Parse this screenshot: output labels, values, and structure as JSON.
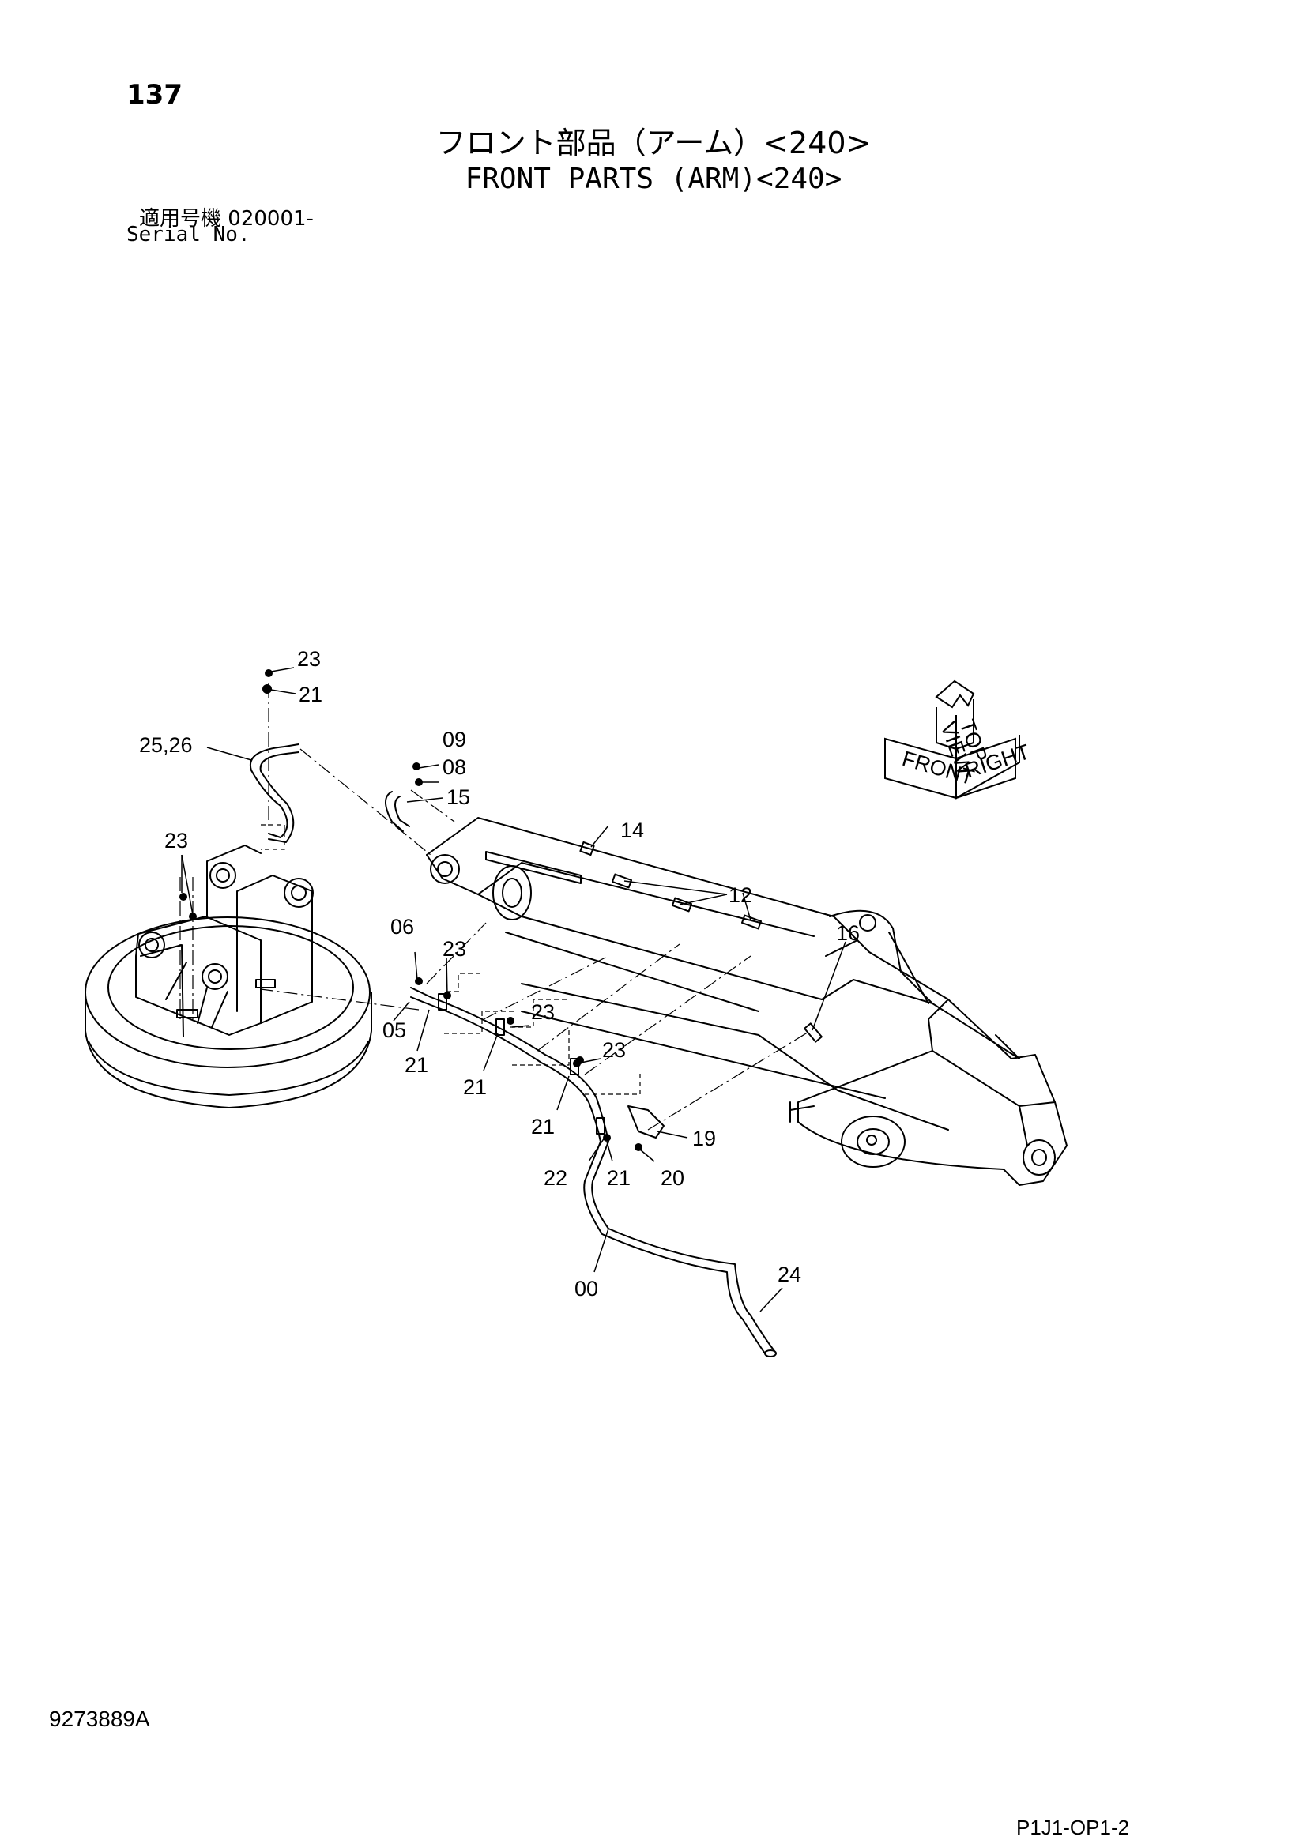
{
  "page_number": "137",
  "title_jp": "フロント部品（アーム）<240>",
  "title_en": "FRONT PARTS (ARM)<240>",
  "serial": {
    "label_jp": "適用号機",
    "value": "020001-",
    "label_en": "Serial No."
  },
  "callouts": {
    "c23_top": "23",
    "c21_top": "21",
    "c25_26": "25,26",
    "c09": "09",
    "c08": "08",
    "c15": "15",
    "c23_left": "23",
    "c14": "14",
    "c12": "12",
    "c06": "06",
    "c23_mid": "23",
    "c16": "16",
    "c05": "05",
    "c23_b": "23",
    "c21_a": "21",
    "c23_c": "23",
    "c21_b": "21",
    "c21_c": "21",
    "c19": "19",
    "c22": "22",
    "c21_d": "21",
    "c20": "20",
    "c24": "24",
    "c00": "00"
  },
  "direction_badge": {
    "front": "FRONT",
    "right": "RIGHT",
    "top": "TOP",
    "view": "VIEW"
  },
  "drawing_number": "9273889A",
  "reference_code": "P1J1-OP1-2"
}
